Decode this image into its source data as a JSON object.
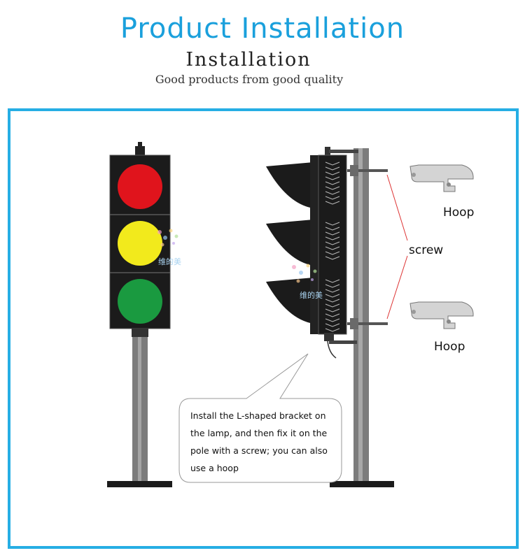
{
  "header": {
    "title": "Product Installation",
    "subtitle": "Installation",
    "tagline": "Good products from good quality"
  },
  "diagram": {
    "labels": {
      "hoop_top": "Hoop",
      "hoop_bottom": "Hoop",
      "screw": "screw"
    },
    "callout_text": "Install the L-shaped bracket on the lamp, and then fix it on the pole with a screw; you can also use a hoop",
    "watermark": "维的美",
    "lights": [
      "red",
      "yellow",
      "green"
    ]
  },
  "colors": {
    "accent": "#26aee4",
    "title": "#1aa0dc",
    "red": "#e0141c",
    "yellow": "#f2ea1c",
    "green": "#1a9a40"
  }
}
